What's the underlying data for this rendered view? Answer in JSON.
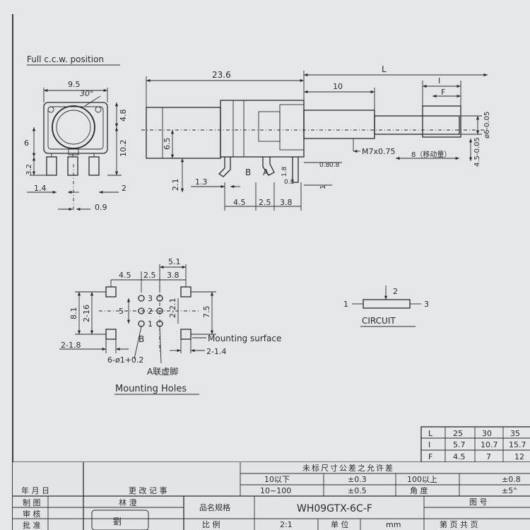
{
  "front_view": {
    "title": "Full c.c.w. position",
    "angle": "30°",
    "dims": {
      "width": "9.5",
      "height_upper": "4.8",
      "height_lower": "10.2",
      "left_height": "6",
      "pin_height": "3.2",
      "pin_pitch": "1.4",
      "pin_side": "2",
      "pin_thick": "0.9"
    }
  },
  "side_view": {
    "dims": {
      "overall": "23.6",
      "length_label": "L",
      "shaft_part": "10",
      "offset": "6.5",
      "base": "2.1",
      "pin": "1.3",
      "spacing_1": "4.5",
      "spacing_2": "2.5",
      "spacing_3": "3.8",
      "pin_w_1": "1.8",
      "pin_w_2": "0.8",
      "pin_w_3": "0.8",
      "pin_w_4": "0.8",
      "gap": "1",
      "l_label": "I",
      "f_label": "F",
      "shaft_dia": "ø6-0.05",
      "knurl": "4.5-0.05",
      "thread": "M7x0.75",
      "stroke": "8（移动量）"
    },
    "labels": {
      "b": "B",
      "a": "A"
    }
  },
  "mounting_holes": {
    "title": "Mounting Holes",
    "dims": {
      "top_span": "5.1",
      "s1": "4.5",
      "s2": "2.5",
      "s3": "3.8",
      "left_outer": "8.1",
      "left_inner": "2-16",
      "mid": "5",
      "pin_span": "2-2.1",
      "right": "7.5",
      "bottom_left": "2-1.8",
      "bottom_right": "2-1.4",
      "holes": "6-ø1+0.2"
    },
    "pin_numbers": [
      "3",
      "2",
      "1"
    ],
    "group_label": "B",
    "mounting_surface": "Mounting surface",
    "a_note": "A联虚脚"
  },
  "circuit": {
    "label": "CIRCUIT",
    "pins": [
      "1",
      "2",
      "3"
    ]
  },
  "size_table": {
    "header": [
      "L",
      "25",
      "30",
      "35"
    ],
    "rows": [
      [
        "I",
        "5.7",
        "10.7",
        "15.7"
      ],
      [
        "F",
        "4.5",
        "7",
        "12"
      ]
    ]
  },
  "title_block": {
    "tolerance_title": "未标尺寸公差之允许差",
    "tolerance_rows": [
      [
        "10以下",
        "±0.3",
        "100以上",
        "±0.8"
      ],
      [
        "10~100",
        "±0.5",
        "角 度",
        "±5°"
      ]
    ],
    "rev_headers": [
      "年 月 日",
      "更 改 记 事"
    ],
    "roles": [
      "制 图",
      "审 核",
      "批 准"
    ],
    "drawer": "林 澄",
    "name_label": "品名规格",
    "part_name": "WH09GTX-6C-F",
    "drawing_no_label": "图 号",
    "scale_label": "比 例",
    "scale": "2:1",
    "unit_label": "单 位",
    "unit": "mm",
    "page_label": "第 页 共 页",
    "stamp": "劉"
  }
}
